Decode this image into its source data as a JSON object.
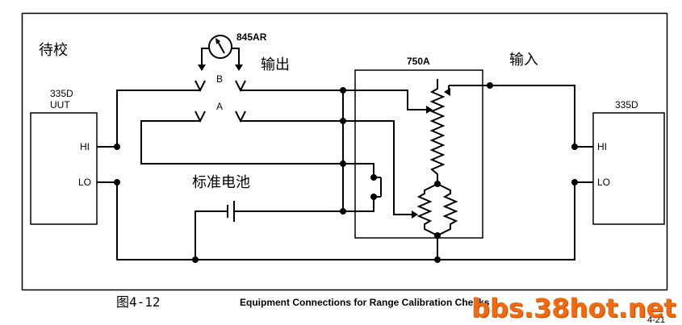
{
  "labels": {
    "uut_cn": "待校",
    "output_cn": "输出",
    "input_cn": "输入",
    "std_cell_cn": "标准电池",
    "meter_model": "845AR",
    "node_b": "B",
    "node_a": "A",
    "divider_model": "750A",
    "uut_model": "335D",
    "uut_sub": "UUT",
    "ref_model": "335D",
    "hi_left": "HI",
    "lo_left": "LO",
    "hi_right": "HI",
    "lo_right": "LO"
  },
  "caption": {
    "figure_number": "图4-12",
    "title": "Equipment Connections for Range Calibration Checks",
    "page_number": "4-21"
  },
  "watermark": "bbs.38hot.net",
  "colors": {
    "line": "#000000",
    "watermark": "#f06a10"
  }
}
